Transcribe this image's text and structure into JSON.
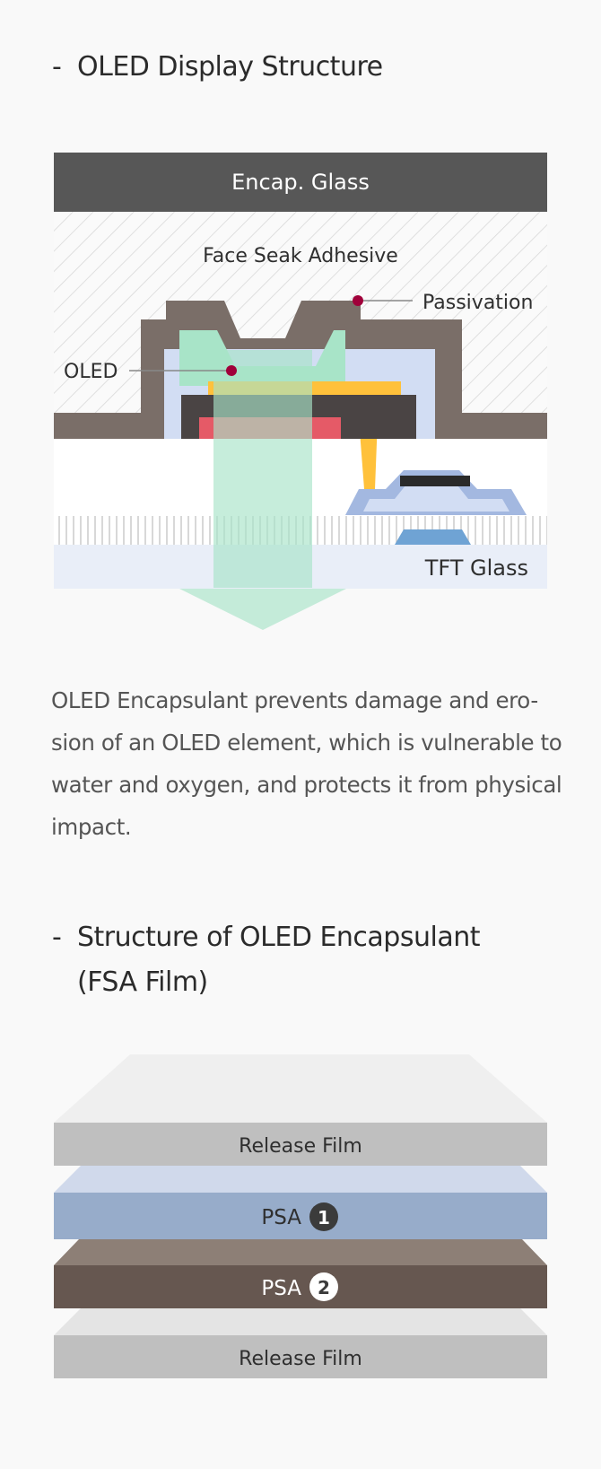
{
  "section1": {
    "dash": "-",
    "title": "OLED Display Structure"
  },
  "diagram1": {
    "encap_glass": "Encap. Glass",
    "face_seal_adhesive": "Face Seak Adhesive",
    "passivation": "Passivation",
    "oled": "OLED",
    "tft_glass": "TFT Glass"
  },
  "description": "OLED  Encapsulant prevents damage and ero-sion of an OLED element, which is vulnerable to water and oxygen, and protects it from physical impact.",
  "section2": {
    "dash": "-",
    "title_line1": "Structure of OLED Encapsulant",
    "title_line2": "(FSA Film)"
  },
  "diagram2": {
    "layers": [
      {
        "label": "Release Film",
        "badge": ""
      },
      {
        "label": "PSA",
        "badge": "1"
      },
      {
        "label": "PSA",
        "badge": "2"
      },
      {
        "label": "Release Film",
        "badge": ""
      }
    ]
  },
  "colors": {
    "encap_glass": "#575757",
    "passivation_brown": "#7a6e68",
    "oled_green": "#a8e4c8",
    "tft_blue_light": "#d2ddf3",
    "electrode_dark": "#4a4444",
    "red_layer": "#e55a67",
    "yellow": "#ffc13b",
    "callout_red": "#a0003a",
    "release_film": "#bfbfbf",
    "psa1": "#97acca",
    "psa2": "#665750"
  }
}
